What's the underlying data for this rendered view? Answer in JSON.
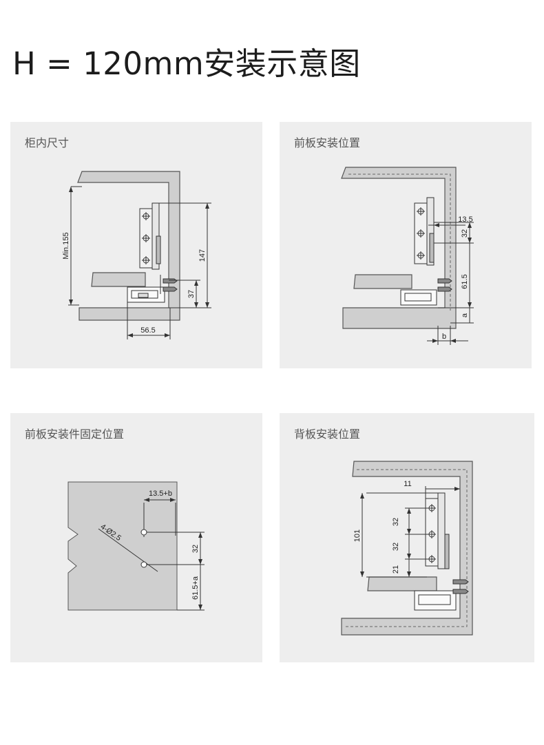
{
  "title": "H = 120mm安装示意图",
  "panels": [
    {
      "title": "柜内尺寸",
      "labels": {
        "height_min": "Min.155",
        "height_147": "147",
        "height_37": "37",
        "width_56": "56.5"
      }
    },
    {
      "title": "前板安装位置",
      "labels": {
        "offset": "13.5",
        "gap_32": "32",
        "gap_61": "61.5",
        "a": "a",
        "b": "b"
      }
    },
    {
      "title": "前板安装件固定位置",
      "labels": {
        "offset": "13.5+b",
        "holes": "4-Ø2.5",
        "gap_32": "32",
        "gap_61": "61.5+a"
      }
    },
    {
      "title": "背板安装位置",
      "labels": {
        "w11": "11",
        "h101": "101",
        "h32a": "32",
        "h32b": "32",
        "h21": "21"
      }
    }
  ],
  "colors": {
    "panel_bg": "#eeeeee",
    "board_fill": "#cfcfcf",
    "board_stroke": "#555555",
    "line": "#333333"
  }
}
